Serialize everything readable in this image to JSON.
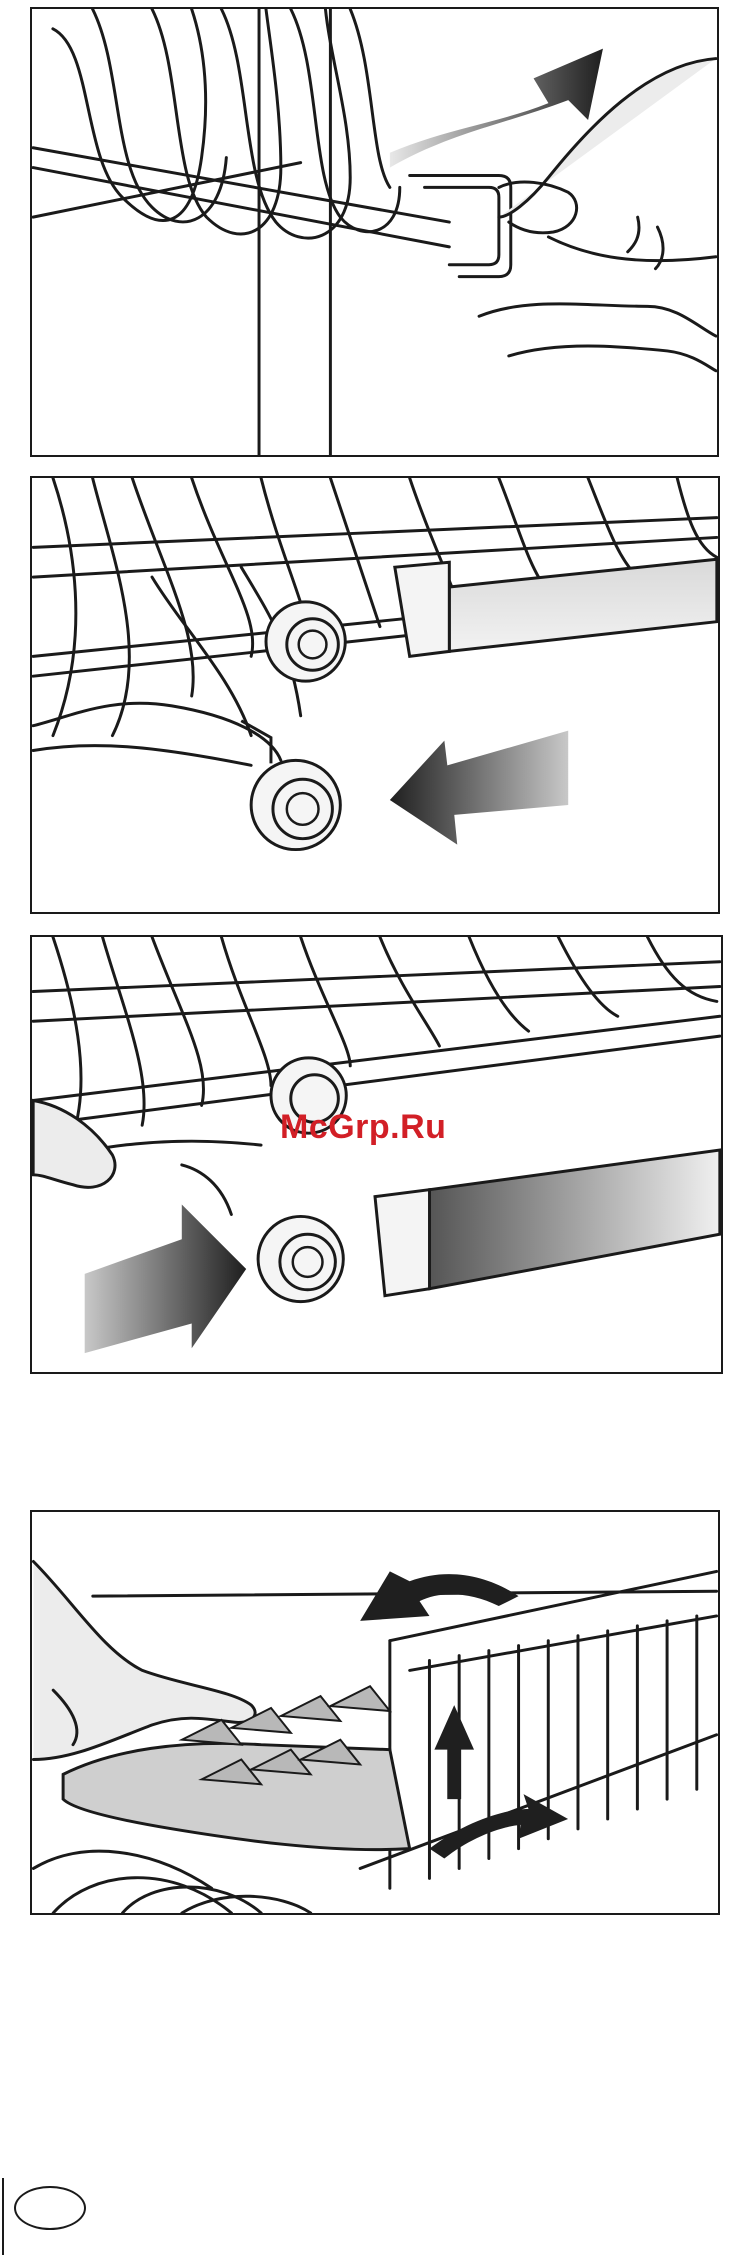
{
  "watermark": {
    "text": "McGrp.Ru",
    "color": "#d21f26"
  },
  "figures": [
    {
      "id": "fig-1",
      "subject": "rack-stop-release"
    },
    {
      "id": "fig-2",
      "subject": "wheel-removal"
    },
    {
      "id": "fig-3",
      "subject": "wheel-insertion"
    },
    {
      "id": "fig-4",
      "subject": "folding-insert-adjustment"
    }
  ],
  "colors": {
    "line": "#1a1a1a",
    "arrow_dark": "#2a2a2a",
    "arrow_light": "#bdbdbd",
    "skin": "#e9e9e9",
    "shade": "#cfcfcf"
  },
  "page_number": {
    "text": ""
  }
}
